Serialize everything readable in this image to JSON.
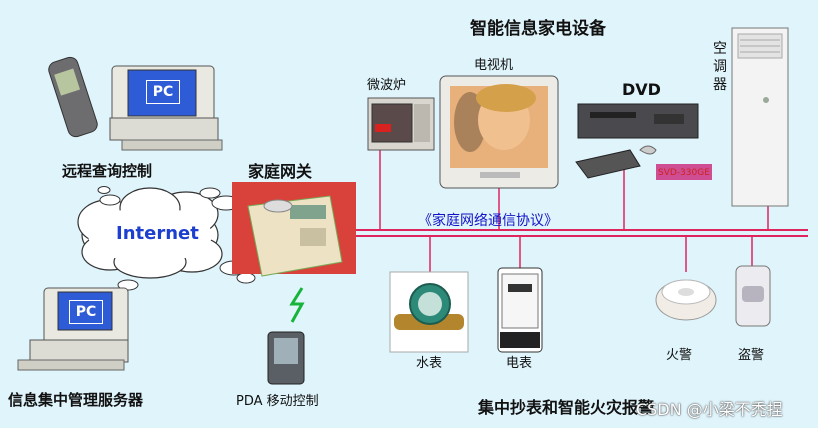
{
  "titles": {
    "devices_header": "智能信息家电设备",
    "metering_footer": "集中抄表和智能火灾报警"
  },
  "gateway": {
    "label": "家庭网关"
  },
  "protocol_label": "《家庭网络通信协议》",
  "network": {
    "cloud_label": "Internet"
  },
  "remote": {
    "pc_badge": "PC",
    "label": "远程查询控制"
  },
  "server": {
    "pc_badge": "PC",
    "label": "信息集中管理服务器"
  },
  "pda": {
    "label": "PDA 移动控制"
  },
  "appliances": {
    "microwave": "微波炉",
    "tv": "电视机",
    "dvd": "DVD",
    "dvd_model": "SVD-330GE",
    "ac": "空调器"
  },
  "meters": {
    "water": "水表",
    "electric": "电表",
    "fire_alarm": "火警",
    "burglar_alarm": "盗警"
  },
  "watermark": "CSDN @小梁不秃捏",
  "colors": {
    "background": "#dff4fb",
    "bus_line": "#e0245e",
    "protocol_text": "#1212c8",
    "internet_text": "#1c3fcf",
    "pc_screen": "#2e5bd6"
  }
}
